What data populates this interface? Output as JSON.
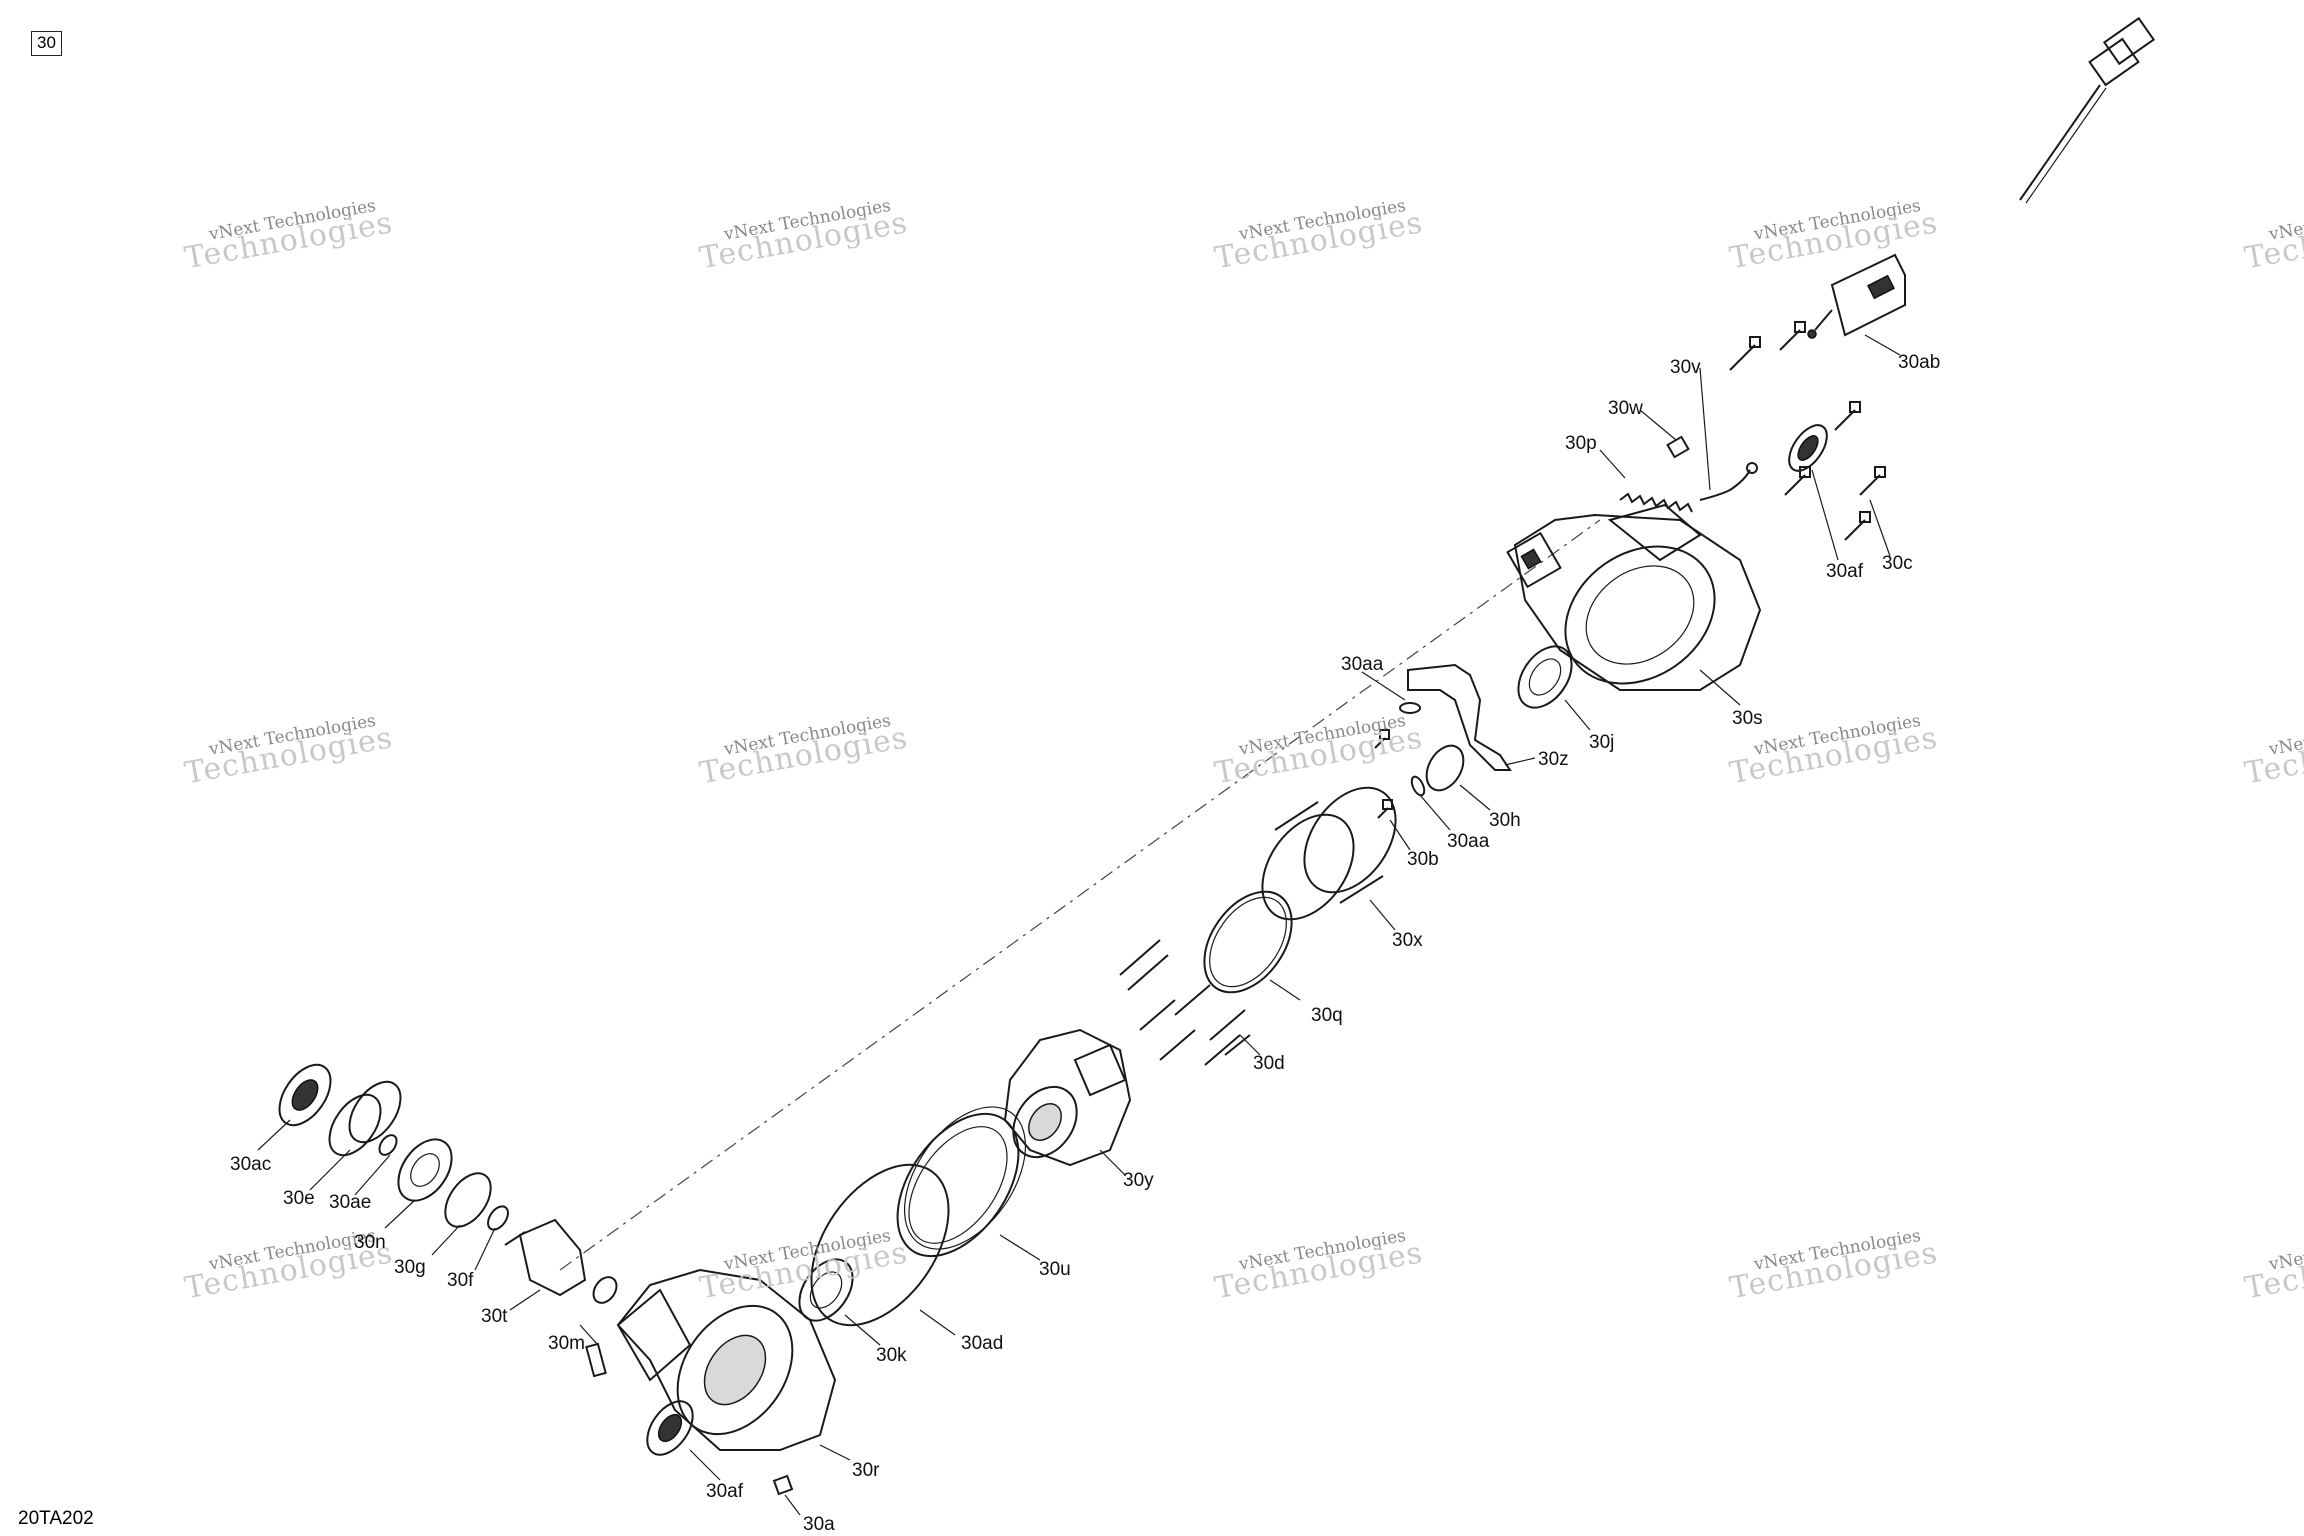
{
  "figure_number": "30",
  "figure_code": "20TA202",
  "watermark": {
    "line1": "vNext Technologies",
    "line2": "Technologies"
  },
  "labels": {
    "30ab": "30ab",
    "30v": "30v",
    "30w": "30w",
    "30p": "30p",
    "30af_top": "30af",
    "30c": "30c",
    "30s": "30s",
    "30aa_top": "30aa",
    "30j": "30j",
    "30z": "30z",
    "30h": "30h",
    "30aa_mid": "30aa",
    "30b": "30b",
    "30x": "30x",
    "30q": "30q",
    "30d": "30d",
    "30y": "30y",
    "30u": "30u",
    "30ad": "30ad",
    "30k": "30k",
    "30ac": "30ac",
    "30e": "30e",
    "30ae": "30ae",
    "30n": "30n",
    "30g": "30g",
    "30f": "30f",
    "30t": "30t",
    "30m": "30m",
    "30r": "30r",
    "30af_bottom": "30af",
    "30a": "30a"
  }
}
